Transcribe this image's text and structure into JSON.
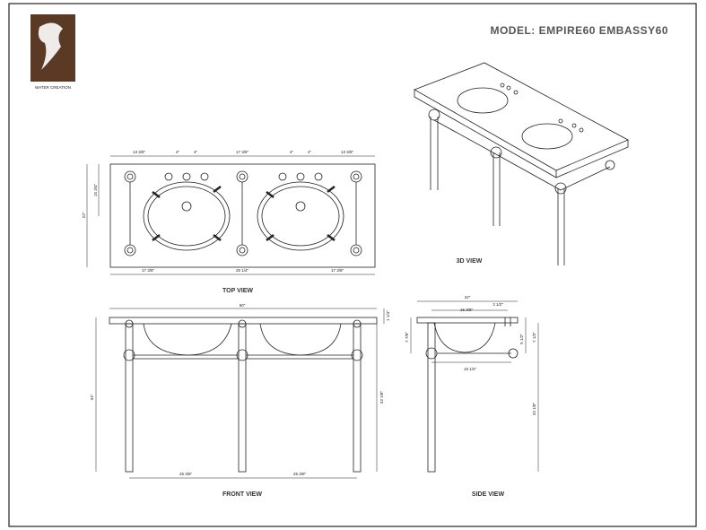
{
  "brand": {
    "logo_text": "WATER CREATION",
    "logo_color": "#5a3a24"
  },
  "model_label": "MODEL: EMPIRE60  EMBASSY60",
  "views": {
    "top": "TOP VIEW",
    "front": "FRONT VIEW",
    "side": "SIDE VIEW",
    "three_d": "3D VIEW"
  },
  "dimensions": {
    "top": {
      "top_left": "13 3/8\"",
      "top_4a": "4\"",
      "top_4b": "4\"",
      "top_mid": "17 3/8\"",
      "top_4c": "4\"",
      "top_4d": "4\"",
      "top_right": "13 3/8\"",
      "left_inner": "15 3/4\"",
      "left_outer": "22\"",
      "bottom_left": "17 3/8\"",
      "bottom_mid": "25 1/4\"",
      "bottom_right": "17 3/8\""
    },
    "front": {
      "overall": "60\"",
      "top_thick": "1 1/4\"",
      "height": "34\"",
      "leg_height": "32 1/8\"",
      "bottom_left": "25 3/8\"",
      "bottom_right": "25 3/8\""
    },
    "side": {
      "overall": "22\"",
      "top_a": "3 1/2\"",
      "top_b": "15 3/8\"",
      "left": "7 7/8\"",
      "right_a": "5 1/2\"",
      "right_b": "7 1/2\"",
      "bottom": "15 1/4\"",
      "height": "32 1/8\""
    }
  }
}
